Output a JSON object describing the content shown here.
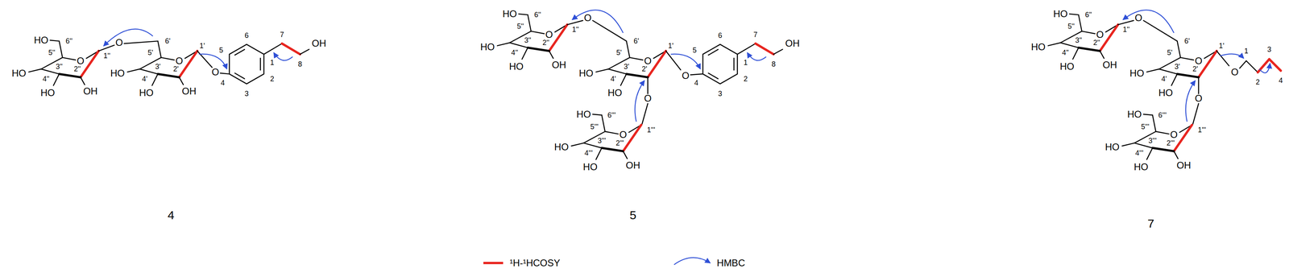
{
  "diagram": {
    "labels": [
      "HO",
      "6''",
      "5''",
      "O",
      "1''",
      "HO",
      "4''",
      "3''",
      "2''",
      "HO",
      "OH",
      "O",
      "6'",
      "5'",
      "O",
      "1'",
      "HO",
      "4'",
      "3'",
      "2'",
      "HO",
      "OH",
      "O",
      "5",
      "6",
      "1",
      "2",
      "3",
      "4",
      "7",
      "8",
      "OH",
      "4",
      "HO",
      "6''",
      "5''",
      "O",
      "1''",
      "HO",
      "4''",
      "3''",
      "2''",
      "HO",
      "OH",
      "O",
      "6'",
      "5'",
      "O",
      "1'",
      "HO",
      "4'",
      "3'",
      "2'",
      "HO",
      "O",
      "HO",
      "6'''",
      "5'''",
      "O",
      "1'''",
      "HO",
      "4'''",
      "3'''",
      "2'''",
      "HO",
      "OH",
      "O",
      "5",
      "6",
      "1",
      "2",
      "3",
      "4",
      "7",
      "8",
      "OH",
      "5",
      "HO",
      "6''",
      "5''",
      "O",
      "1''",
      "HO",
      "4''",
      "3''",
      "2''",
      "HO",
      "OH",
      "O",
      "6'",
      "5'",
      "O",
      "1'",
      "HO",
      "4'",
      "3'",
      "2'",
      "HO",
      "O",
      "HO",
      "6'''",
      "5'''",
      "O",
      "1'''",
      "HO",
      "4'''",
      "3'''",
      "2'''",
      "HO",
      "OH",
      "O",
      "1",
      "2",
      "3",
      "4",
      "7"
    ],
    "legend": [
      {
        "text": "¹H-¹HCOSY"
      },
      {
        "text": "HMBC"
      }
    ]
  }
}
